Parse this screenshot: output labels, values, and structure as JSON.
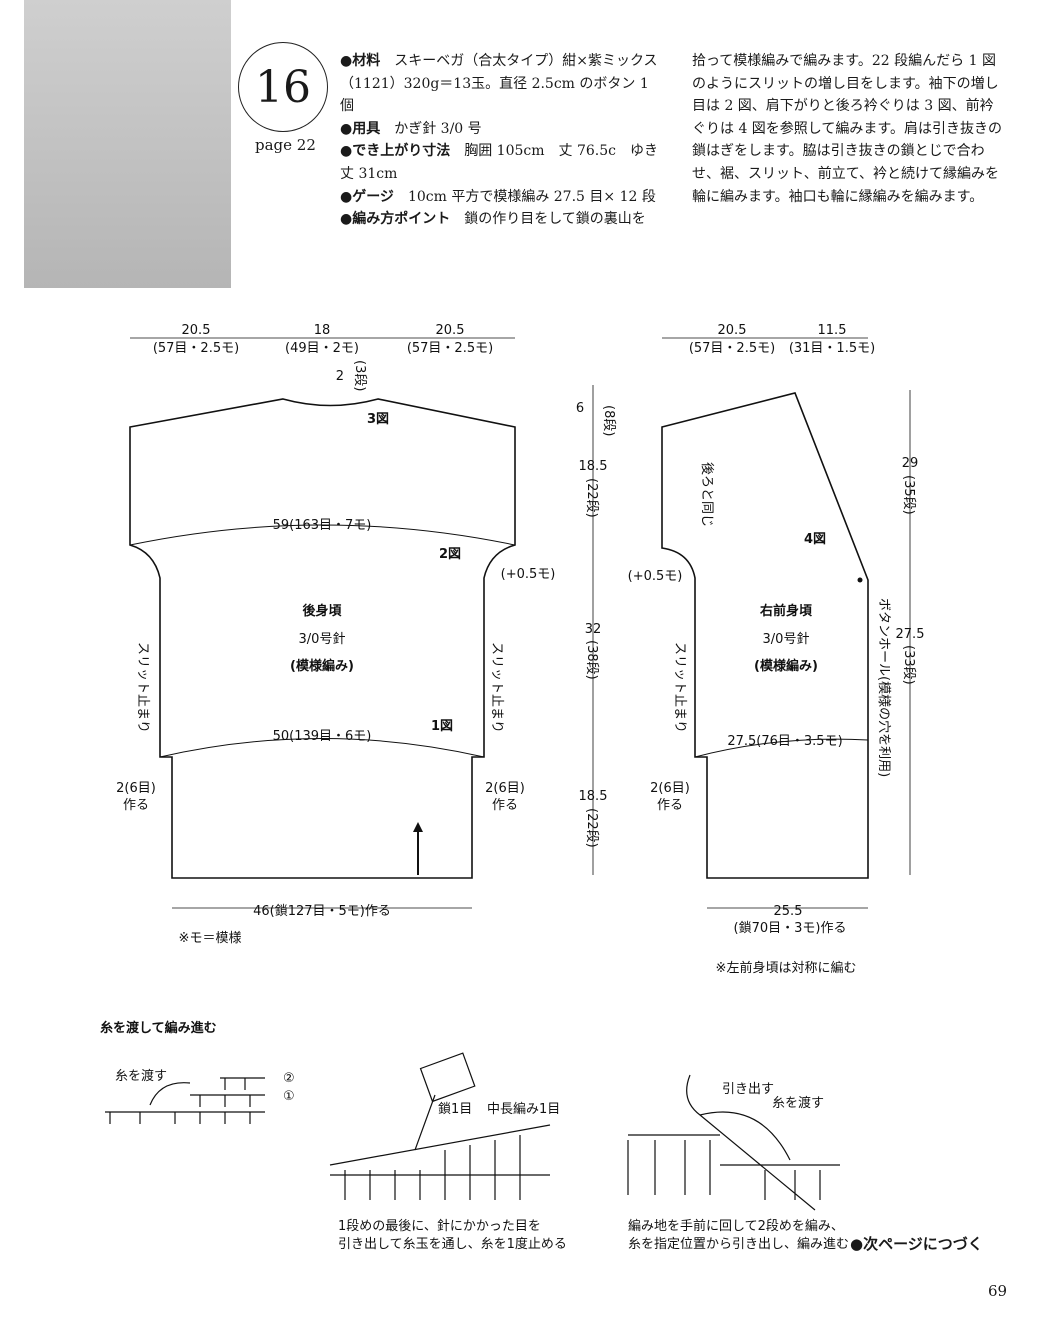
{
  "header": {
    "pattern_number": "16",
    "page_ref": "page 22",
    "materials_label": "●材料",
    "materials_text": "スキーベガ（合太タイプ）紺×紫ミックス（1121）320g＝13玉。直径 2.5cm のボタン 1 個",
    "tools_label": "●用具",
    "tools_text": "かぎ針 3/0 号",
    "size_label": "●でき上がり寸法",
    "size_text": "胸囲 105cm　丈 76.5c　ゆき丈 31cm",
    "gauge_label": "●ゲージ",
    "gauge_text": "10cm 平方で模様編み 27.5 目× 12 段",
    "method_label": "●編み方ポイント",
    "method_text": "鎖の作り目をして鎖の裏山を",
    "method_continued": "拾って模様編みで編みます。22 段編んだら 1 図のようにスリットの増し目をします。袖下の増し目は 2 図、肩下がりと後ろ衿ぐりは 3 図、前衿ぐりは 4 図を参照して編みます。肩は引き抜きの鎖はぎをします。脇は引き抜きの鎖とじで合わせ、裾、スリット、前立て、衿と続けて縁編みを輪に編みます。袖口も輪に縁編みを編みます。"
  },
  "back": {
    "top_left": "20.5",
    "top_left_sub": "(57目・2.5モ)",
    "top_mid": "18",
    "top_mid_sub": "(49目・2モ)",
    "top_right": "20.5",
    "top_right_sub": "(57目・2.5モ)",
    "neck": "2",
    "neck_sub": "(3段)",
    "fig3": "3図",
    "fig2": "2図",
    "fig1": "1図",
    "width59": "59(163目・7モ)",
    "plus_right": "(+0.5モ)",
    "title": "後身頃",
    "needle": "3/0号針",
    "stitch": "(模様編み)",
    "slit_left": "スリット止まり",
    "slit_right": "スリット止まり",
    "width50": "50(139目・6モ)",
    "inc_left": "2(6目)",
    "inc_left_2": "作る",
    "inc_right": "2(6目)",
    "inc_right_2": "作る",
    "bottom": "46(鎖127目・5モ)作る",
    "note": "※モ＝模様"
  },
  "vertical": {
    "d1": "6",
    "d1_sub": "(8段)",
    "d2": "18.5",
    "d2_sub": "(22段)",
    "d3": "32",
    "d3_sub": "(38段)",
    "d4": "18.5",
    "d4_sub": "(22段)"
  },
  "front": {
    "top_left": "20.5",
    "top_left_sub": "(57目・2.5モ)",
    "top_right": "11.5",
    "top_right_sub": "(31目・1.5モ)",
    "same_as_back": "後ろと同じ",
    "fig4": "4図",
    "plus_left": "(+0.5モ)",
    "title": "右前身頃",
    "needle": "3/0号針",
    "stitch": "(模様編み)",
    "slit": "スリット止まり",
    "width": "27.5(76目・3.5モ)",
    "inc": "2(6目)",
    "inc_2": "作る",
    "bottom": "25.5",
    "bottom_sub": "(鎖70目・3モ)作る",
    "buttonhole": "ボタンホール(模様の穴を利用)",
    "right1": "29",
    "right1_sub": "(35段)",
    "right2": "27.5",
    "right2_sub": "(33段)",
    "note": "※左前身頃は対称に編む"
  },
  "technique": {
    "title": "糸を渡して編み進む",
    "chart_label": "糸を渡す",
    "row2": "②",
    "row1": "①",
    "ill1_label_a": "鎖1目",
    "ill1_label_b": "中長編み1目",
    "ill1_caption_1": "1段めの最後に、針にかかった目を",
    "ill1_caption_2": "引き出して糸玉を通し、糸を1度止める",
    "ill2_label_a": "引き出す",
    "ill2_label_b": "糸を渡す",
    "ill2_caption_1": "編み地を手前に回して2段めを編み、",
    "ill2_caption_2": "糸を指定位置から引き出し、編み進む"
  },
  "footer": {
    "continued": "●次ページにつづく",
    "page_number": "69"
  }
}
